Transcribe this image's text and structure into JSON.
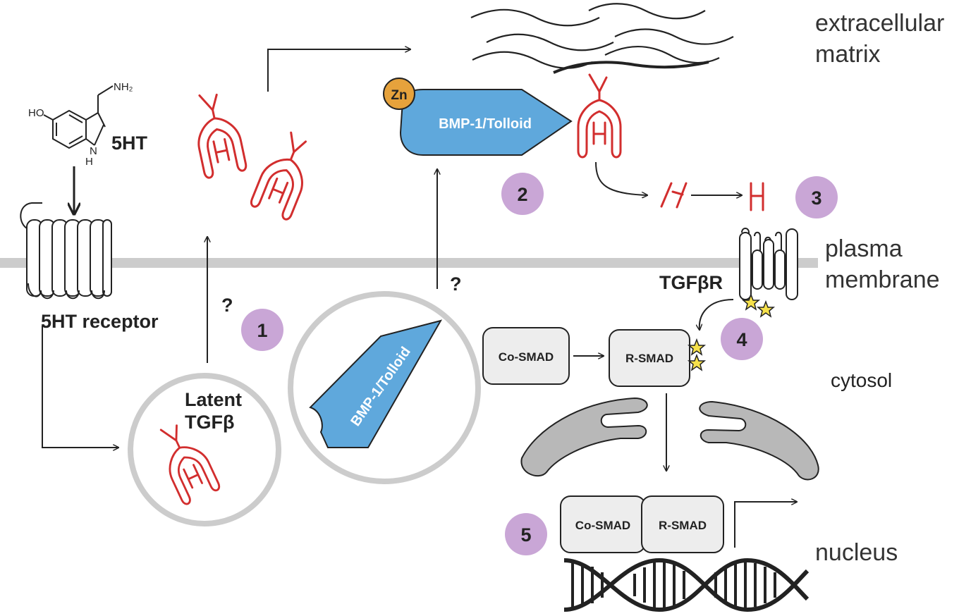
{
  "labels": {
    "extracellular": [
      "extracellular",
      "matrix"
    ],
    "plasma": [
      "plasma",
      "membrane"
    ],
    "cytosol": "cytosol",
    "nucleus": "nucleus",
    "serotonin": "5HT",
    "nh2": "NH₂",
    "ho": "HO",
    "n": "N",
    "h": "H",
    "receptor": "5HT receptor",
    "latent": [
      "Latent",
      "TGFβ"
    ],
    "enzyme": "BMP-1/Tolloid",
    "zinc": "Zn",
    "tgfbr": "TGFβR",
    "co_smad": "Co-SMAD",
    "r_smad": "R-SMAD",
    "question": "?"
  },
  "steps": [
    "1",
    "2",
    "3",
    "4",
    "5"
  ],
  "colors": {
    "protein": "#d22e2e",
    "enzyme": "#5fa8dc",
    "zinc": "#e6a23c",
    "step": "#c9a6d6",
    "membrane": "#cccccc",
    "golgi": "#b8b8b8",
    "smad_box": "#ededed",
    "star": "#f6e14b"
  }
}
